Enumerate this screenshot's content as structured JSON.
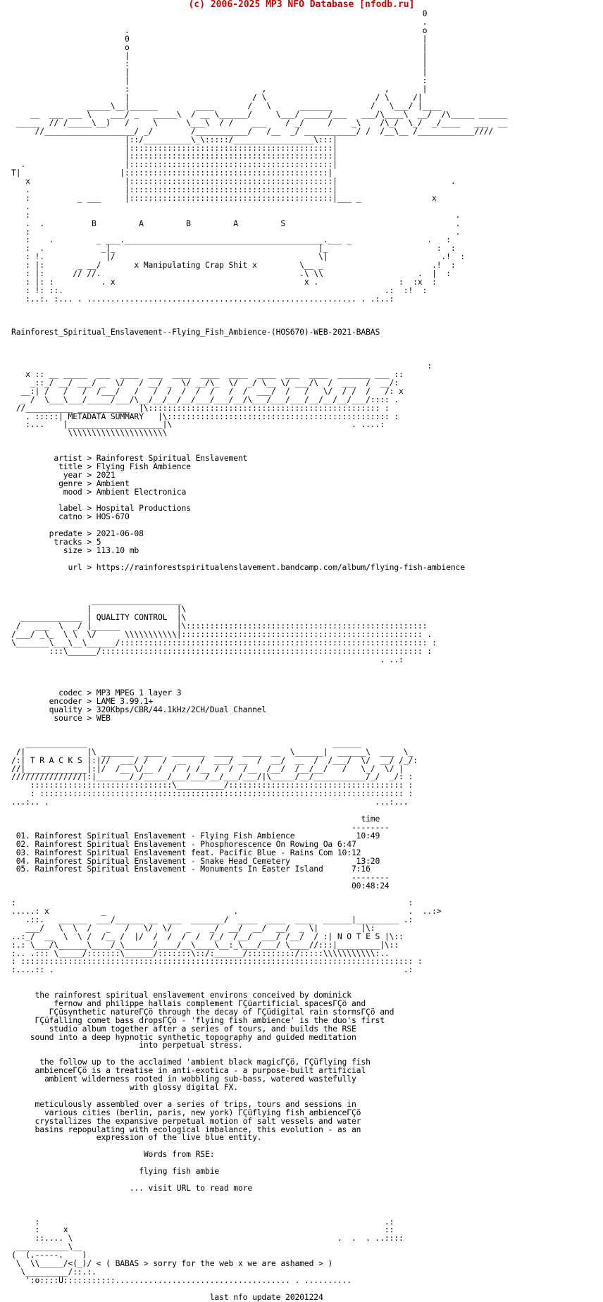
{
  "header": {
    "text": "(c) 2006-2025 MP3 NFO Database [nfodb.ru]"
  },
  "nfo": {
    "lines": [
      "                                                                                       0",
      "                                                                                       .",
      "                        .                                                              o",
      "                        0                                                              |",
      "                        o                                                              |",
      "                        |                                                              |",
      "                        :                                                              |",
      "                        |                                                              |",
      "                        |                                                              :",
      "                        :                            ,                         ,       |",
      "                        |                          / \\                       / \\     /|",
      "                _____\\__|______        ____       /   \\      _______        /   \\___/ |____",
      "    __  ___ ___ \\    ___/ _   _____\\  / __ \\______/     \\___/ _____/___   ___/\\____\\  __/  /\\_____ ______",
      " _____  // /_____\\__)   /     \\      \\___\\  / /    ___    / _/     /    _\\    /\\_/  \\_/  _/____   ___  __",
      "     //___________________/ _/        /___________/   /__  _/ ___________/ /  /__\\__ /____________////",
      "                        |::/__________\\_\\:::::/_________________\\:::|",
      "                        |:::::::::::::::::::::::::::::::::::::::::::|",
      "                        |:::::::::::::::::::::::::::::::::::::::::::|",
      "  .                     |:::::::::::::::::::::::::::::::::::::::::::|",
      "T|                     |:::::::::::::::::::::::::::::::::::::::::::|",
      "   x                    |:::::::::::::::::::::::::::::::::::::::::::|                        .",
      "   .                    |:::::::::::::::::::::::::::::::::::::::::::|                        ",
      "   :          _ ___     |:::::::::::::::::::::::::::::::::::::::::::|___ _               x",
      "   .                                                                                         ",
      "   :                                                                                          .",
      "   .  .          B         A         B         A         S                                    .",
      "   :                                                                                          .",
      "   :    .         _ ___.__________________________________________.___ _                .   :",
      "   :  .            _|_                                           |_                       :  :",
      "   : !.             |/                                           \\|                        .!  :",
      "   : |:       _ __/       x Manipulating Crap Shit x         \\__ _                       .!  :",
      "   : |:      // //.                                          .\\ \\\\                    .  |  :",
      "   : |: :          . x                                        x .                 :  :x  :",
      "   : !: ::.                                                                    .:  :!  :",
      "   :..:. :... . ......................................................... . .:..:",
      "",
      "",
      "",
      "Rainforest_Spiritual_Enslavement--Flying_Fish_Ambience-(HOS670)-WEB-2021-BABAS",
      "",
      "",
      "",
      "                                                                                        :",
      "   x :: __ _____  ___  ____  ___  ____  ____  ____  ____  ___  ____  _______ ___ ::",
      "    _::_/ __/ ___/ _  \\/   / __/ _  \\/ __/\\_  \\/  _/ \\__ \\/ ___/\\  /  ___  /  __/:",
      "  __:| /   /   /  /___/   /   /  /  /  /  /   /  /  ___/  /   /   \\/  / /  /   /: x",
      "  _ /  \\___\\___/_____/___/\\__/__/__/__/___/___/__/\\___/___/___/__/__/__/___/:::: .",
      " //__________ ___________  |\\::::::::::::::::::::::::::::::::::::::::::::::::: :",
      "   . :::::| METADATA SUMMARY   |\\::::::::::::::::::::::::::::::::::::::::::::::: :",
      "   :...    |____________________|\\                                      . ....:",
      "            \\\\\\\\\\\\\\\\\\\\\\\\\\\\\\\\\\\\\\\\\\",
      "",
      "",
      "         artist > Rainforest Spiritual Enslavement",
      "          title > Flying Fish Ambience",
      "           year > 2021",
      "          genre > Ambient",
      "           mood > Ambient Electronica",
      "",
      "          label > Hospital Productions",
      "          catno > HOS-670",
      "",
      "        predate > 2021-06-08",
      "         tracks > 5",
      "           size > 113.10 mb",
      "",
      "            url > https://rainforestspiritualenslavement.bandcamp.com/album/flying-fish-ambience",
      "",
      "",
      "",
      "                 ___________________",
      "                |                  |\\",
      "  _____________ | QUALITY CONTROL  |\\",
      " /   ___  \\  _/ |______            |\\:::::::::::::::::::::::::::::::::::::::::::::::::::",
      "/___/ _\\_  \\ \\  \\/      \\\\\\\\\\\\\\\\\\\\\\|::::::::::::::::::::::::::::::::::::::::::::::::::: .",
      "\\_______\\___\\__\\______/::::::::::::::::::::::::::::::::::::::::::::::::::::::::::::::::: :",
      "        :::\\______/:::::::::::::::::::::::::::::::::::::::::::::::::::::::::::::::::::: :",
      "                                                                              . ..:",
      "",
      "",
      "",
      "          codec > MP3 MPEG 1 layer 3",
      "        encoder > LAME 3.99.1+",
      "        quality > 320Kbps/CBR/44.1kHz/2CH/Dual Channel",
      "         source > WEB",
      "",
      "",
      "   _____________                                                    ______",
      " /|             |\\ _______  ____  _______  ____  ____  __  \\______|  ______\\  ___  \\_",
      "/:| T R A C K S |:|//  ___/ /   /  __   /  ___/ __  /  __/  __  /  /___/  \\/  __/ /_/:",
      "//|_____________|:|/  /__ \\/__ /  /  / /__ /  /  /__  /__/  /__/__/   /   \\_/  \\/ |",
      "///////////////|:|_______/_/_____/___/___/__/___/___/|\\_____/__/___________/_/  _/: :",
      "    ::::::::::::::::::::::::::::::\\__________/::::::::::::::::::::::::::::::::::::: :",
      "    : ::::::::::::::::::::::::::::::::::::::::::::::::::::::::::::::::::::::::::::: :",
      "...:.. .                                                                     ...:...",
      "",
      "                                                                          time",
      "                                                                        --------",
      " 01. Rainforest Spiritual Enslavement - Flying Fish Ambience             10:49",
      " 02. Rainforest Spiritual Enslavement - Phosphorescence On Rowing Oa 6:47",
      " 03. Rainforest Spiritual Enslavement feat. Pacific Blue - Rains Com 10:12",
      " 04. Rainforest Spiritual Enslavement - Snake Head Cemetery              13:20",
      " 05. Rainforest Spiritual Enslavement - Monuments In Easter Island      7:16",
      "                                                                        --------",
      "                                                                        00:48:24",
      "",
      ":                                                                                   :",
      ".....: x           _                           .                                    .  ..:>",
      "   .::.   ______  ___/______ __  ___  _______/  ____  ____  ____  ______|_________ .:",
      "   ___/   \\  \\  /   _   /   \\/  \\/   _    _/  __/  __/  __/  _ \\|         |\\:",
      "..:_/  __  \\  \\ /  /__ /  |/  /  /  /  /  /_/  /__/  ___/ /__/  / :| N O T E S |\\::",
      ":.: \\___/\\______\\____/_\\______/____/__\\____\\__:_\\___/___/ \\____//:::|_________|\\::",
      ":.. .::: \\_____/:::::::\\______/:::::::\\::/:______/::::::::::/:::::\\\\\\\\\\\\\\\\\\\\\\:..",
      ": ::::::::::::::::::::::::::::::::::::::::::::::::::::::::::::::::::::::::::::::::::: :",
      ":....:: .                                                                          .:",
      "",
      "",
      "     the rainforest spiritual enslavement environs conceived by dominick",
      "         fernow and philippe hallais complement ГÇüartificial spacesГÇö and",
      "        ГÇüsynthetic natureГÇö through the decay of ГÇüdigital rain stormsГÇö and",
      "     ГÇüfalling comet bass dropsГÇö - 'flying fish ambience' is the duo's first",
      "        studio album together after a series of tours, and builds the RSE",
      "    sound into a deep hypnotic synthetic topography and guided meditation",
      "                           into perpetual stress.",
      "",
      "      the follow up to the acclaimed 'ambient black magicГÇö, ГÇüflying fish",
      "     ambienceГÇö is a treatise in anti-exotica - a purpose-built artificial",
      "       ambient wilderness rooted in wobbling sub-bass, watered wastefully",
      "                         with glossy digital FX.",
      "",
      "     meticulously assembled over a series of trips, tours and sessions in",
      "       various cities (berlin, paris, new york) ГÇüflying fish ambienceГÇö",
      "     crystallizes the expansive perpetual motion of salt vessels and water",
      "     basins repopulating with ecological imbalance, this evolution - as an",
      "                  expression of the live blue entity.",
      "",
      "                            Words from RSE:",
      "",
      "                           flying fish ambie",
      "",
      "                         ... visit URL to read more",
      "",
      "",
      "",
      "     :                                                                         .:",
      "     :     x                                                                   ::",
      "     ::.... \\                                                        .  .  . ..::::",
      " ___________\\__",
      "(  (.-----.    )",
      " \\  \\\\_____/<(_)/ < ( BABAS > sorry for the web x we are ashamed > )",
      "  \\_________/::.:.",
      "   ':o::::U:::::::::::..................................... . ..........",
      "",
      "                                          last nfo update 20201224"
    ]
  }
}
